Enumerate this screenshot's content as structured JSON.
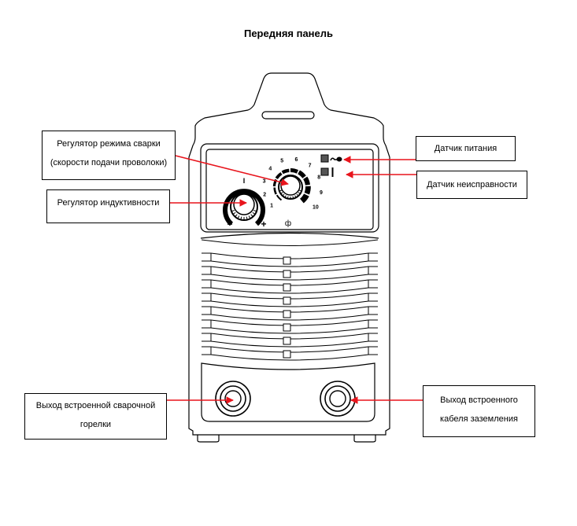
{
  "title": "Передняя панель",
  "callouts": {
    "wire_speed": {
      "line1": "Регулятор режима сварки",
      "line2": "(скорости подачи проволоки)"
    },
    "inductance": {
      "label": "Регулятор индуктивности"
    },
    "power_sensor": {
      "label": "Датчик питания"
    },
    "fault_sensor": {
      "label": "Датчик неисправности"
    },
    "torch_output": {
      "line1": "Выход встроенной сварочной",
      "line2": "горелки"
    },
    "ground_output": {
      "line1": "Выход встроенного",
      "line2": "кабеля заземления"
    }
  },
  "wire_speed_knob": {
    "scale": [
      "1",
      "2",
      "3",
      "4",
      "5",
      "6",
      "7",
      "8",
      "9",
      "10"
    ],
    "symbol": "ф"
  },
  "inductance_knob": {
    "top_symbol": "I",
    "minus": "−",
    "plus": "+"
  },
  "colors": {
    "arrow": "#e8141c",
    "outline": "#000000",
    "indicator": "#555555"
  }
}
